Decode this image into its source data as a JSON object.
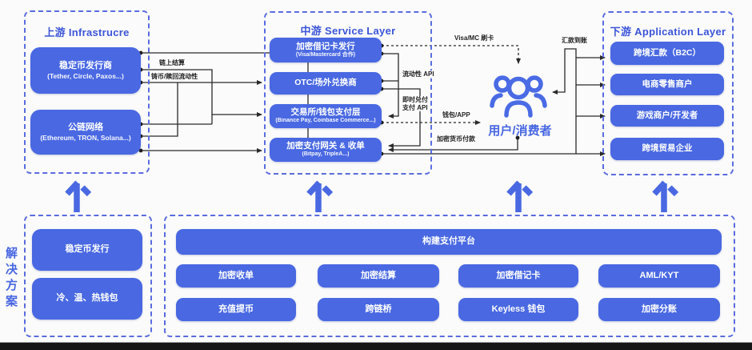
{
  "panels": {
    "upstream": {
      "title": "上游 Infrastrucre",
      "boxes": [
        {
          "title": "稳定币发行商",
          "subtitle": "(Tether, Circle, Paxos...)"
        },
        {
          "title": "公链网络",
          "subtitle": "(Ethereum, TRON, Solana...)"
        }
      ]
    },
    "midstream": {
      "title": "中游 Service Layer",
      "boxes": [
        {
          "title": "加密借记卡发行",
          "subtitle": "(Visa/Mastercard 合作)"
        },
        {
          "title": "OTC/场外兑换商",
          "subtitle": ""
        },
        {
          "title": "交易所/钱包支付层",
          "subtitle": "(Binance Pay, Coinbase Commerce...)"
        },
        {
          "title": "加密支付网关 & 收单",
          "subtitle": "(Bitpay, TripleA...)"
        }
      ]
    },
    "downstream": {
      "title": "下游 Application Layer",
      "boxes": [
        {
          "title": "跨境汇款（B2C）"
        },
        {
          "title": "电商零售商户"
        },
        {
          "title": "游戏商户/开发者"
        },
        {
          "title": "跨境贸易企业"
        }
      ]
    }
  },
  "users": {
    "label": "用户/消费者"
  },
  "edge_labels": {
    "onchain_settlement": "链上结算",
    "mint_redeem_liquidity": "铸币/赎回流动性",
    "visa_mc_swipe": "Visa/MC 刷卡",
    "remittance_arrival": "汇款到账",
    "liquidity_api": "流动性 API",
    "instant_settle": "即时兑付",
    "payment_api": "支付 API",
    "wallet_app": "钱包/APP",
    "crypto_payment": "加密货币付款"
  },
  "solutions": {
    "side_label": "解决方案",
    "left_boxes": [
      "稳定币发行",
      "冷、温、热钱包"
    ],
    "platform": "构建支付平台",
    "grid": [
      "加密收单",
      "加密结算",
      "加密借记卡",
      "AML/KYT",
      "充值提币",
      "跨链桥",
      "Keyless 钱包",
      "加密分账"
    ]
  },
  "colors": {
    "box_blue": "#4968e2",
    "dashed_border_blue": "#5b6ce0",
    "title_blue": "#3c55d8",
    "line_dark": "#2a2a2a"
  }
}
